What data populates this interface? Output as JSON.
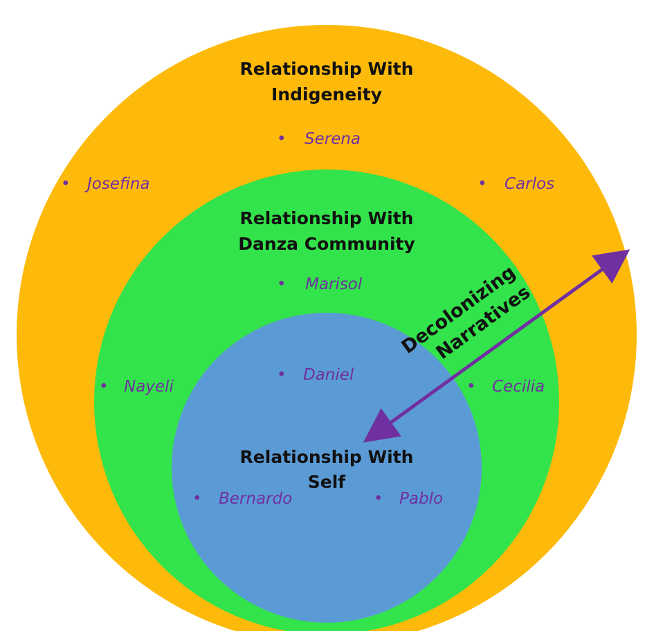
{
  "colors": {
    "outer_circle": "#FDBA0B",
    "middle_circle": "#33E34B",
    "inner_circle": "#5B9BD5",
    "names": "#7030A0",
    "arrow": "#7030A0",
    "title_text": "#111111"
  },
  "outer": {
    "title_line1": "Relationship With",
    "title_line2": "Indigeneity",
    "names": [
      "Serena",
      "Josefina",
      "Carlos"
    ]
  },
  "middle": {
    "title_line1": "Relationship With",
    "title_line2": "Danza Community",
    "names": [
      "Marisol",
      "Nayeli",
      "Cecilia"
    ]
  },
  "inner": {
    "title_line1": "Relationship With",
    "title_line2": "Self",
    "names": [
      "Daniel",
      "Bernardo",
      "Pablo"
    ]
  },
  "arrow": {
    "label_line1": "Decolonizing",
    "label_line2": "Narratives"
  }
}
